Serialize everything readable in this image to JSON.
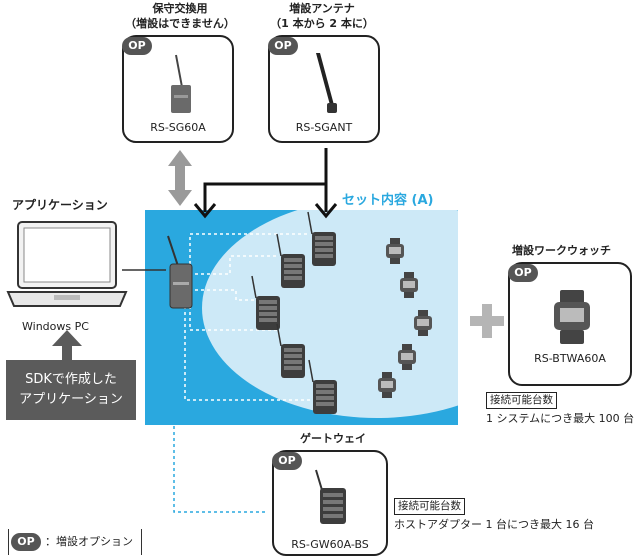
{
  "title_set": "セット内容 (A)",
  "sg60a": {
    "title_line1": "保守交換用",
    "title_line2": "（増設はできません）",
    "op": "OP",
    "caption": "RS-SG60A"
  },
  "sgant": {
    "title_line1": "増設アンテナ",
    "title_line2": "（1 本から 2 本に）",
    "op": "OP",
    "caption": "RS-SGANT"
  },
  "app": {
    "label": "アプリケーション",
    "pc_label": "Windows PC",
    "sdk_line1": "SDKで作成した",
    "sdk_line2": "アプリケーション"
  },
  "watch": {
    "title": "増設ワークウォッチ",
    "op": "OP",
    "caption": "RS-BTWA60A",
    "tag": "接続可能台数",
    "note": "1 システムにつき最大 100 台"
  },
  "gateway": {
    "title": "ゲートウェイ",
    "op": "OP",
    "caption": "RS-GW60A-BS",
    "tag": "接続可能台数",
    "note": "ホストアダプター 1 台につき最大 16 台"
  },
  "legend": {
    "op": "OP",
    "text": "：増設オプション"
  },
  "colors": {
    "set_bg": "#2aa8df",
    "circle": "#cde9f7",
    "gray_arrow": "#9a9a9a",
    "op_badge": "#555555",
    "plus": "#b5b5b5"
  }
}
